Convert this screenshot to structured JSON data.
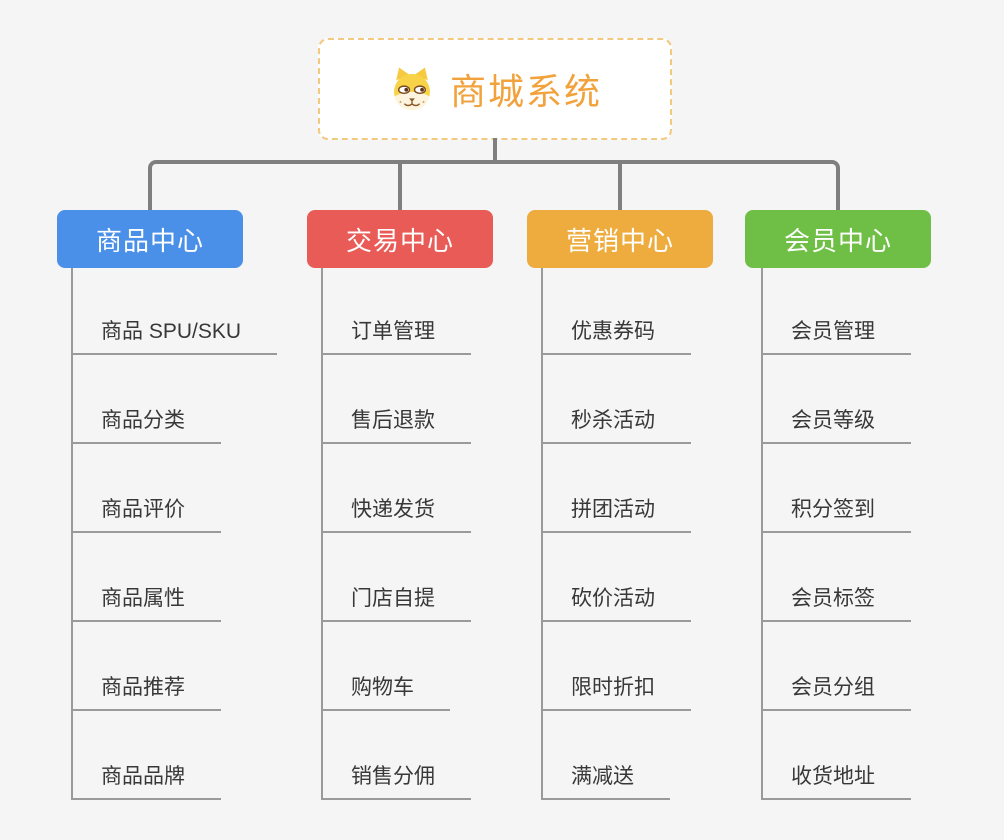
{
  "root": {
    "label": "商城系统",
    "icon": "dog-face-icon",
    "text_color": "#f2a23c",
    "border_color": "#f3c87f"
  },
  "connector_color": "#7f7f7f",
  "leaf_line_color": "#9a9a9a",
  "branches": [
    {
      "label": "商品中心",
      "color": "#4a90e8",
      "items": [
        "商品 SPU/SKU",
        "商品分类",
        "商品评价",
        "商品属性",
        "商品推荐",
        "商品品牌"
      ]
    },
    {
      "label": "交易中心",
      "color": "#e95b57",
      "items": [
        "订单管理",
        "售后退款",
        "快递发货",
        "门店自提",
        "购物车",
        "销售分佣"
      ]
    },
    {
      "label": "营销中心",
      "color": "#eeac3e",
      "items": [
        "优惠券码",
        "秒杀活动",
        "拼团活动",
        "砍价活动",
        "限时折扣",
        "满减送"
      ]
    },
    {
      "label": "会员中心",
      "color": "#6fbe45",
      "items": [
        "会员管理",
        "会员等级",
        "积分签到",
        "会员标签",
        "会员分组",
        "收货地址"
      ]
    }
  ]
}
